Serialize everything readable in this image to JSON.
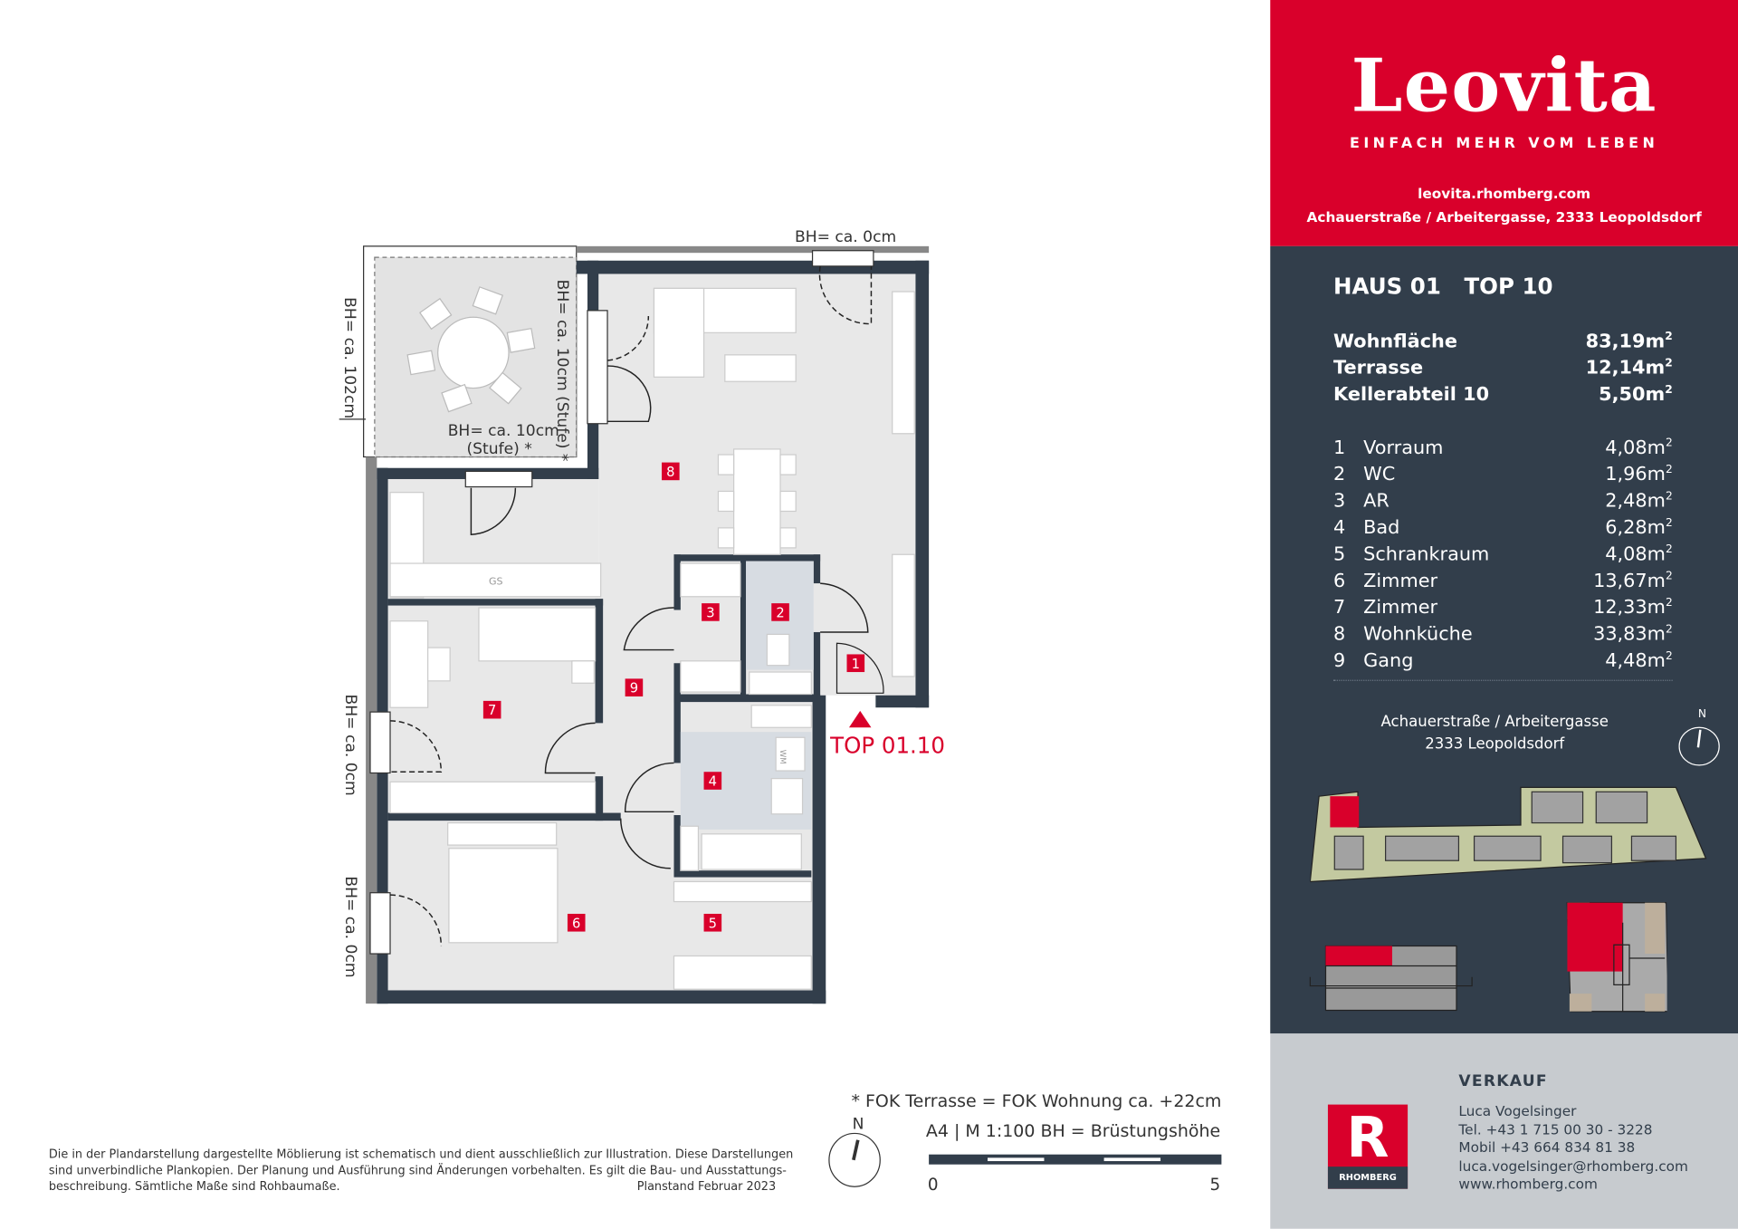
{
  "plan": {
    "bh_top": "BH= ca. 0cm",
    "bh_terrace_left": "BH= ca. 102cm",
    "bh_terrace_right": "BH= ca. 10cm (Stufe) *",
    "bh_terrace_bottom_1": "BH= ca. 10cm",
    "bh_terrace_bottom_2": "(Stufe) *",
    "bh_room7": "BH= ca. 0cm",
    "bh_room6": "BH= ca. 0cm",
    "kitchen_gs": "GS",
    "bath_wm": "WM",
    "unit_label": "TOP 01.10",
    "room_numbers": [
      "1",
      "2",
      "3",
      "4",
      "5",
      "6",
      "7",
      "8",
      "9"
    ]
  },
  "footer": {
    "disclaimer_1": "Die in der Plandarstellung dargestellte Möblierung ist schematisch und dient ausschließlich zur Illustration. Diese Darstellungen",
    "disclaimer_2": "sind unverbindliche Plankopien. Der Planung und Ausführung sind Änderungen vorbehalten. Es gilt die Bau- und Ausstattungs-",
    "disclaimer_3": "beschreibung. Sämtliche Maße sind Rohbaumaße.",
    "plan_date": "Planstand Februar 2023",
    "north": "N",
    "fok_note": "* FOK Terrasse = FOK Wohnung ca. +22cm",
    "scale_note": "A4 | M 1:100  BH = Brüstungshöhe",
    "scale_min": "0",
    "scale_max": "5"
  },
  "brand": {
    "logo": "Leovita",
    "slogan": "EINFACH MEHR VOM LEBEN",
    "website": "leovita.rhomberg.com",
    "address": "Achauerstraße / Arbeitergasse, 2333 Leopoldsdorf",
    "color_red": "#d9002b",
    "color_dark": "#323e4b"
  },
  "unit": {
    "title": "HAUS 01   TOP 10",
    "summary": [
      {
        "label": "Wohnfläche",
        "value": "83,19m",
        "unit_sup": "2"
      },
      {
        "label": "Terrasse",
        "value": "12,14m",
        "unit_sup": "2"
      },
      {
        "label": "Kellerabteil 10",
        "value": "5,50m",
        "unit_sup": "2"
      }
    ],
    "rooms": [
      {
        "no": "1",
        "name": "Vorraum",
        "value": "4,08m"
      },
      {
        "no": "2",
        "name": "WC",
        "value": "1,96m"
      },
      {
        "no": "3",
        "name": "AR",
        "value": "2,48m"
      },
      {
        "no": "4",
        "name": "Bad",
        "value": "6,28m"
      },
      {
        "no": "5",
        "name": "Schrankraum",
        "value": "4,08m"
      },
      {
        "no": "6",
        "name": "Zimmer",
        "value": "13,67m"
      },
      {
        "no": "7",
        "name": "Zimmer",
        "value": "12,33m"
      },
      {
        "no": "8",
        "name": "Wohnküche",
        "value": "33,83m"
      },
      {
        "no": "9",
        "name": "Gang",
        "value": "4,48m"
      }
    ],
    "sup": "2"
  },
  "location": {
    "line1": "Achauerstraße / Arbeitergasse",
    "line2": "2333 Leopoldsdorf",
    "north": "N"
  },
  "sales": {
    "heading": "VERKAUF",
    "name": "Luca Vogelsinger",
    "tel": "Tel. +43 1 715 00 30 - 3228",
    "mobil": "Mobil +43 664 834 81 38",
    "email": "luca.vogelsinger@rhomberg.com",
    "web": "www.rhomberg.com",
    "company_logo": "RHOMBERG"
  }
}
